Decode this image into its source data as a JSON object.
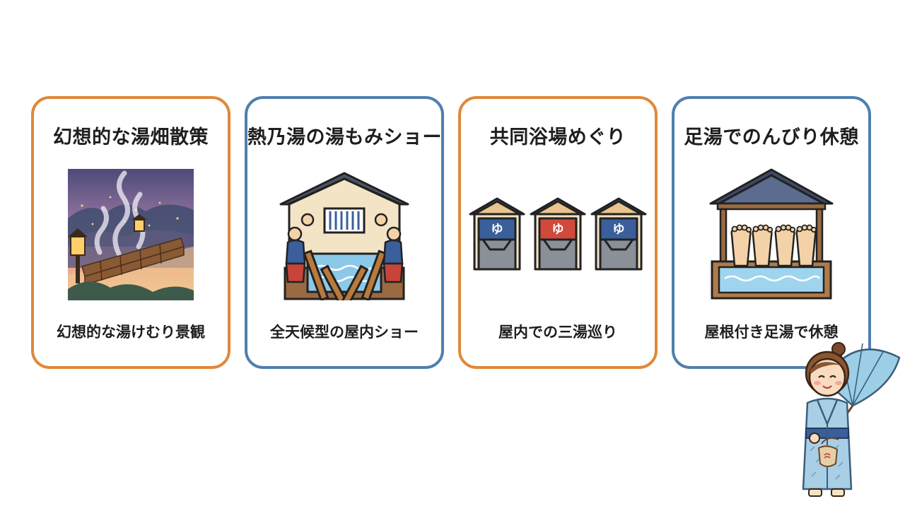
{
  "cards": [
    {
      "title": "幻想的な湯畑散策",
      "caption": "幻想的な湯けむり景観",
      "illustration_icon": "steaming-yubatake-night-icon",
      "border_color": "#e0883a"
    },
    {
      "title": "熱乃湯の湯もみショー",
      "caption": "全天候型の屋内ショー",
      "illustration_icon": "yumomi-show-hall-icon",
      "border_color": "#4f7fae"
    },
    {
      "title": "共同浴場めぐり",
      "caption": "屋内での三湯巡り",
      "illustration_icon": "three-bathhouses-icon",
      "border_color": "#e0883a",
      "bathhouse_sign": "ゆ"
    },
    {
      "title": "足湯でのんびり休憩",
      "caption": "屋根付き足湯で休憩",
      "illustration_icon": "covered-footbath-icon",
      "border_color": "#4f7fae"
    }
  ],
  "mascot": {
    "icon": "yukata-woman-with-parasol-icon"
  }
}
